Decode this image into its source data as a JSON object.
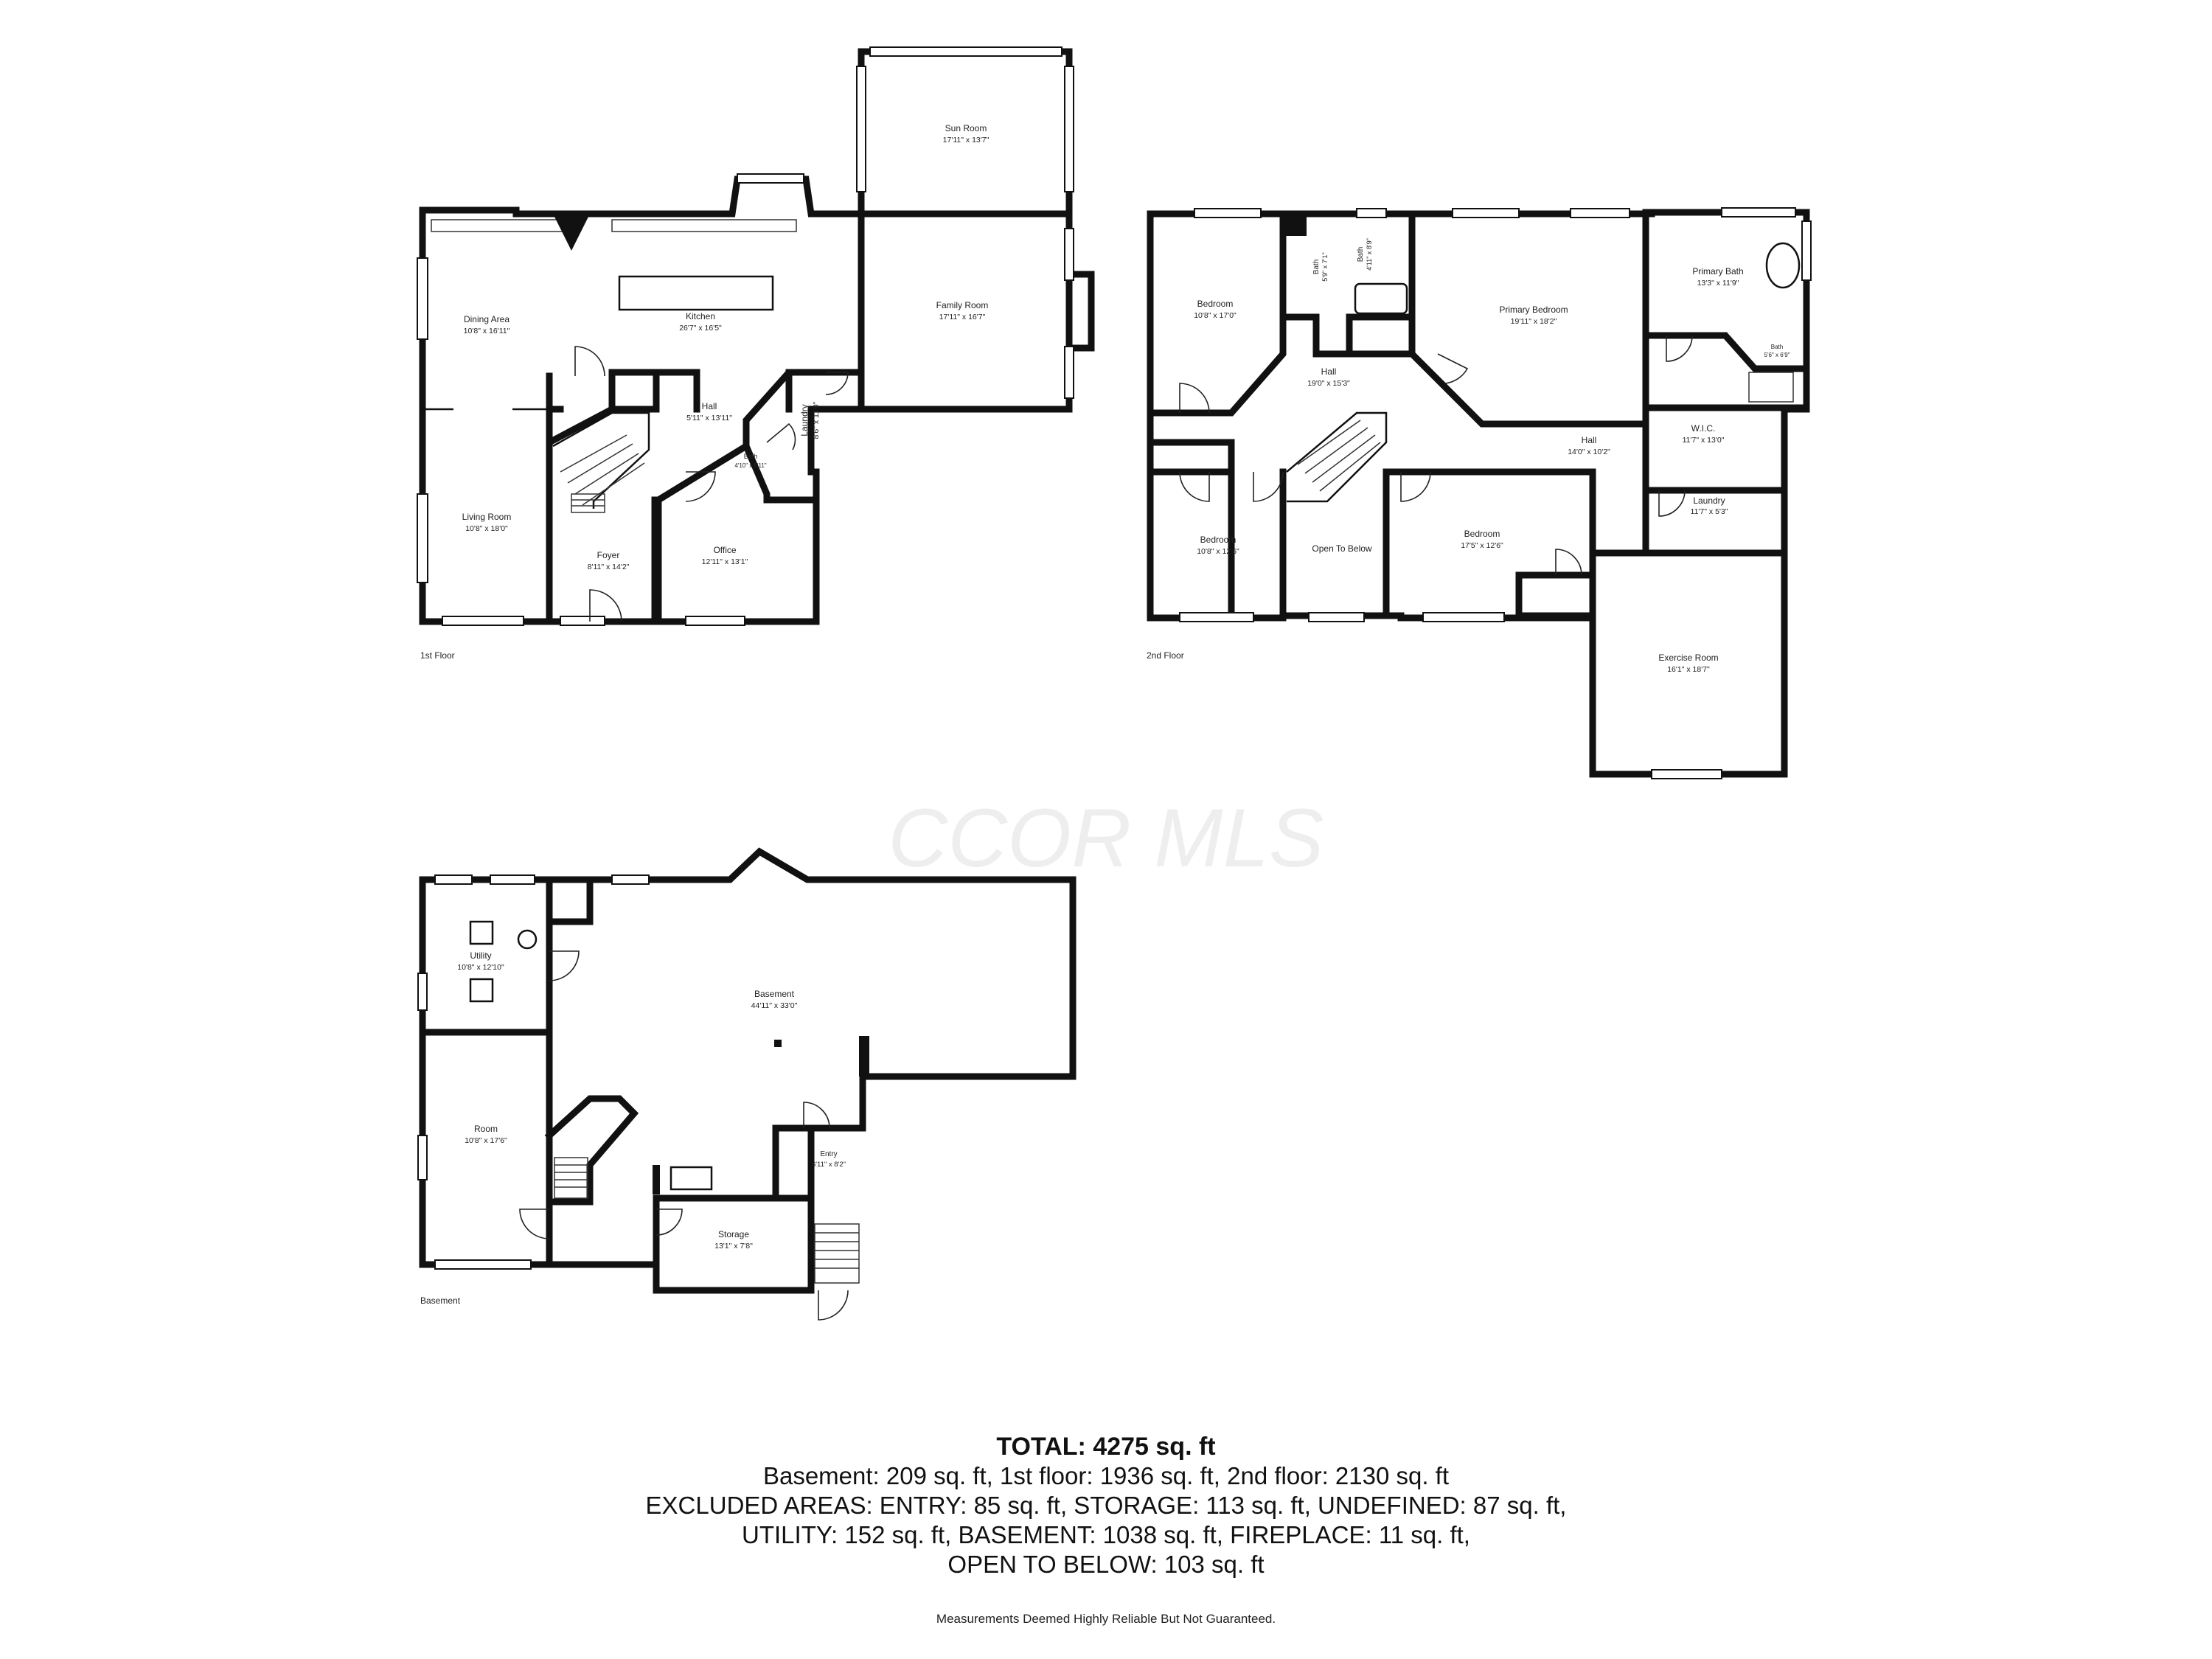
{
  "watermark": "CCOR MLS",
  "floors": {
    "first": {
      "label": "1st Floor",
      "rooms": {
        "sun_room": {
          "name": "Sun Room",
          "dim": "17'11\" x 13'7\""
        },
        "dining_area": {
          "name": "Dining Area",
          "dim": "10'8\" x 16'11\""
        },
        "kitchen": {
          "name": "Kitchen",
          "dim": "26'7\" x 16'5\""
        },
        "family_room": {
          "name": "Family Room",
          "dim": "17'11\" x 16'7\""
        },
        "hall": {
          "name": "Hall",
          "dim": "5'11\" x 13'11\""
        },
        "laundry": {
          "name": "Laundry",
          "dim": "8'6\" x 11'0\""
        },
        "bath": {
          "name": "Bath",
          "dim": "4'10\" x 6'11\""
        },
        "living_room": {
          "name": "Living Room",
          "dim": "10'8\" x 18'0\""
        },
        "foyer": {
          "name": "Foyer",
          "dim": "8'11\" x 14'2\""
        },
        "office": {
          "name": "Office",
          "dim": "12'11\" x 13'1\""
        }
      }
    },
    "second": {
      "label": "2nd Floor",
      "rooms": {
        "bedroom_nw": {
          "name": "Bedroom",
          "dim": "10'8\" x 17'0\""
        },
        "bath_a": {
          "name": "Bath",
          "dim": "5'9\" x 7'1\""
        },
        "bath_b": {
          "name": "Bath",
          "dim": "4'11\" x 8'9\""
        },
        "primary_bedroom": {
          "name": "Primary Bedroom",
          "dim": "19'11\" x 18'2\""
        },
        "primary_bath": {
          "name": "Primary Bath",
          "dim": "13'3\" x 11'9\""
        },
        "bath_small": {
          "name": "Bath",
          "dim": "5'6\" x 6'9\""
        },
        "hall_main": {
          "name": "Hall",
          "dim": "19'0\" x 15'3\""
        },
        "wic": {
          "name": "W.I.C.",
          "dim": "11'7\" x 13'0\""
        },
        "hall_east": {
          "name": "Hall",
          "dim": "14'0\" x 10'2\""
        },
        "laundry": {
          "name": "Laundry",
          "dim": "11'7\" x 5'3\""
        },
        "bedroom_sw": {
          "name": "Bedroom",
          "dim": "10'8\" x 12'6\""
        },
        "open_to_below": {
          "name": "Open To Below",
          "dim": ""
        },
        "bedroom_s": {
          "name": "Bedroom",
          "dim": "17'5\" x 12'6\""
        },
        "exercise_room": {
          "name": "Exercise Room",
          "dim": "16'1\" x 18'7\""
        }
      }
    },
    "basement": {
      "label": "Basement",
      "rooms": {
        "utility": {
          "name": "Utility",
          "dim": "10'8\" x 12'10\""
        },
        "basement": {
          "name": "Basement",
          "dim": "44'11\" x 33'0\""
        },
        "room": {
          "name": "Room",
          "dim": "10'8\" x 17'6\""
        },
        "entry": {
          "name": "Entry",
          "dim": "6'11\" x 8'2\""
        },
        "storage": {
          "name": "Storage",
          "dim": "13'1\" x 7'8\""
        }
      }
    }
  },
  "summary": {
    "total": "TOTAL: 4275 sq. ft",
    "line1": "Basement: 209 sq. ft, 1st floor: 1936 sq. ft, 2nd floor: 2130 sq. ft",
    "line2": "EXCLUDED AREAS: ENTRY: 85 sq. ft, STORAGE: 113 sq. ft, UNDEFINED: 87 sq. ft,",
    "line3": "UTILITY: 152 sq. ft, BASEMENT: 1038 sq. ft, FIREPLACE: 11 sq. ft,",
    "line4": "OPEN TO BELOW: 103 sq. ft"
  },
  "disclaimer": "Measurements Deemed Highly Reliable But Not Guaranteed."
}
